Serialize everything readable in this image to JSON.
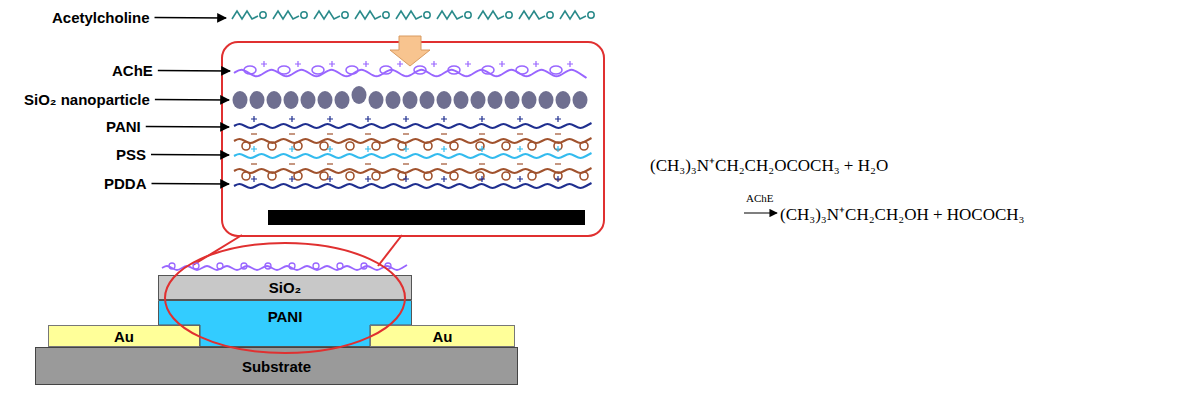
{
  "diagram": {
    "nodes": [
      {
        "text": [
          "SiO₂"
        ]
      },
      {
        "text": [
          "Au"
        ]
      },
      {
        "text": [
          "PANI"
        ]
      },
      {
        "text": [
          "Au"
        ]
      },
      {
        "text": [
          "Substrate"
        ]
      }
    ],
    "labels": [
      "Acetylcholine",
      "AChE",
      "SiO₂ nanoparticle",
      "PANI",
      "PSS",
      "PDDA",
      "(CH₃)₃N⁺CH₂CH₂OCOCH₃ + H₂O",
      "AChE",
      "(CH₃)₃N⁺CH₂CH₂OH + HOCOCH₃"
    ]
  }
}
